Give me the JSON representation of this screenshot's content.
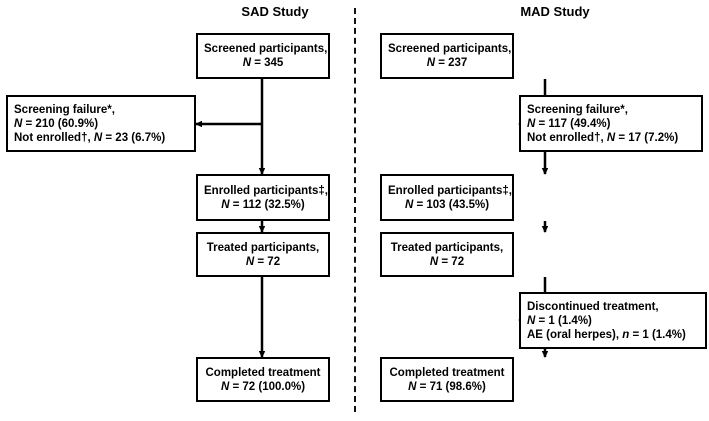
{
  "figure": {
    "type": "flow-diagram",
    "panels": [
      {
        "id": "sad",
        "title": "SAD Study",
        "boxes": [
          {
            "name": "screened",
            "lines": [
              {
                "text": "Screened participants,",
                "italic_prefix": ""
              },
              {
                "text": "N = 345",
                "italic_prefix": "N"
              }
            ]
          },
          {
            "name": "screening-failure",
            "lines": [
              {
                "text": "Screening failure*,",
                "italic_prefix": ""
              },
              {
                "text": "N = 210 (60.9%)",
                "italic_prefix": "N"
              },
              {
                "text": "Not enrolled†, N = 23 (6.7%)",
                "italic_prefix": "N"
              }
            ]
          },
          {
            "name": "enrolled",
            "lines": [
              {
                "text": "Enrolled participants‡,",
                "italic_prefix": ""
              },
              {
                "text": "N = 112 (32.5%)",
                "italic_prefix": "N"
              }
            ]
          },
          {
            "name": "treated",
            "lines": [
              {
                "text": "Treated participants,",
                "italic_prefix": ""
              },
              {
                "text": "N = 72",
                "italic_prefix": "N"
              }
            ]
          },
          {
            "name": "completed",
            "lines": [
              {
                "text": "Completed treatment",
                "italic_prefix": ""
              },
              {
                "text": "N = 72 (100.0%)",
                "italic_prefix": "N"
              }
            ]
          }
        ]
      },
      {
        "id": "mad",
        "title": "MAD Study",
        "boxes": [
          {
            "name": "screened",
            "lines": [
              {
                "text": "Screened participants,",
                "italic_prefix": ""
              },
              {
                "text": "N = 237",
                "italic_prefix": "N"
              }
            ]
          },
          {
            "name": "screening-failure",
            "lines": [
              {
                "text": "Screening failure*,",
                "italic_prefix": ""
              },
              {
                "text": "N = 117 (49.4%)",
                "italic_prefix": "N"
              },
              {
                "text": "Not enrolled†, N = 17 (7.2%)",
                "italic_prefix": "N"
              }
            ]
          },
          {
            "name": "enrolled",
            "lines": [
              {
                "text": "Enrolled participants‡,",
                "italic_prefix": ""
              },
              {
                "text": "N = 103 (43.5%)",
                "italic_prefix": "N"
              }
            ]
          },
          {
            "name": "treated",
            "lines": [
              {
                "text": "Treated participants,",
                "italic_prefix": ""
              },
              {
                "text": "N = 72",
                "italic_prefix": "N"
              }
            ]
          },
          {
            "name": "discontinued",
            "lines": [
              {
                "text": "Discontinued treatment,",
                "italic_prefix": ""
              },
              {
                "text": "N = 1 (1.4%)",
                "italic_prefix": "N"
              },
              {
                "text": "AE (oral herpes), n = 1 (1.4%)",
                "italic_prefix": "n"
              }
            ]
          },
          {
            "name": "completed",
            "lines": [
              {
                "text": "Completed treatment",
                "italic_prefix": ""
              },
              {
                "text": "N = 71 (98.6%)",
                "italic_prefix": "N"
              }
            ]
          }
        ]
      }
    ],
    "sad": {
      "title": "SAD Study",
      "screened_l1": "Screened participants,",
      "screened_l2_n": "N",
      "screened_l2_rest": " = 345",
      "sf_l1": "Screening failure*,",
      "sf_l2_n": "N",
      "sf_l2_rest": " = 210 (60.9%)",
      "sf_l3_a": "Not enrolled",
      "sf_l3_dag": "†",
      "sf_l3_b": ", ",
      "sf_l3_n": "N",
      "sf_l3_rest": " = 23 (6.7%)",
      "enr_l1": "Enrolled participants",
      "enr_l1_dag": "‡",
      "enr_l1_end": ",",
      "enr_l2_n": "N",
      "enr_l2_rest": " = 112 (32.5%)",
      "tr_l1": "Treated participants,",
      "tr_l2_n": "N",
      "tr_l2_rest": " = 72",
      "comp_l1": "Completed treatment",
      "comp_l2_n": "N",
      "comp_l2_rest": " = 72 (100.0%)"
    },
    "mad": {
      "title": "MAD Study",
      "screened_l1": "Screened participants,",
      "screened_l2_n": "N",
      "screened_l2_rest": " = 237",
      "sf_l1": "Screening failure*,",
      "sf_l2_n": "N",
      "sf_l2_rest": " = 117 (49.4%)",
      "sf_l3_a": "Not enrolled",
      "sf_l3_dag": "†",
      "sf_l3_b": ", ",
      "sf_l3_n": "N",
      "sf_l3_rest": " = 17 (7.2%)",
      "enr_l1": "Enrolled participants",
      "enr_l1_dag": "‡",
      "enr_l1_end": ",",
      "enr_l2_n": "N",
      "enr_l2_rest": " = 103 (43.5%)",
      "tr_l1": "Treated participants,",
      "tr_l2_n": "N",
      "tr_l2_rest": " = 72",
      "disc_l1": "Discontinued treatment,",
      "disc_l2_n": "N",
      "disc_l2_rest": " = 1 (1.4%)",
      "disc_l3_a": "AE (oral herpes), ",
      "disc_l3_n": "n",
      "disc_l3_rest": " = 1 (1.4%)",
      "comp_l1": "Completed treatment",
      "comp_l2_n": "N",
      "comp_l2_rest": " = 71 (98.6%)"
    }
  }
}
